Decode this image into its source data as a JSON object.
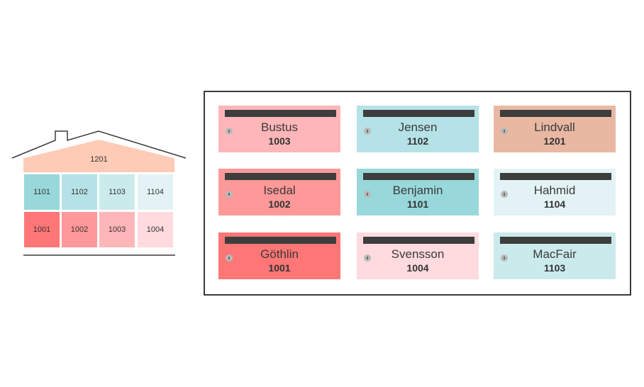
{
  "house": {
    "roof_unit": "1201",
    "floor_11": [
      "1101",
      "1102",
      "1103",
      "1104"
    ],
    "floor_10": [
      "1001",
      "1002",
      "1003",
      "1004"
    ]
  },
  "colors": {
    "1201": "#fdcbb6",
    "1101": "#99d8da",
    "1102": "#b5e2e6",
    "1103": "#cbeaec",
    "1104": "#e3f3f5",
    "1001": "#ff7676",
    "1002": "#ff9898",
    "1003": "#ffb6b8",
    "1004": "#ffdade",
    "lindvall": "#e8b8a3",
    "outline": "#3a3a3a"
  },
  "mailboxes": [
    {
      "name": "Bustus",
      "number": "1003"
    },
    {
      "name": "Jensen",
      "number": "1102"
    },
    {
      "name": "Lindvall",
      "number": "1201"
    },
    {
      "name": "Isedal",
      "number": "1002"
    },
    {
      "name": "Benjamin",
      "number": "1101"
    },
    {
      "name": "Hahmid",
      "number": "1104"
    },
    {
      "name": "Göthlin",
      "number": "1001"
    },
    {
      "name": "Svensson",
      "number": "1004"
    },
    {
      "name": "MacFair",
      "number": "1103"
    }
  ]
}
